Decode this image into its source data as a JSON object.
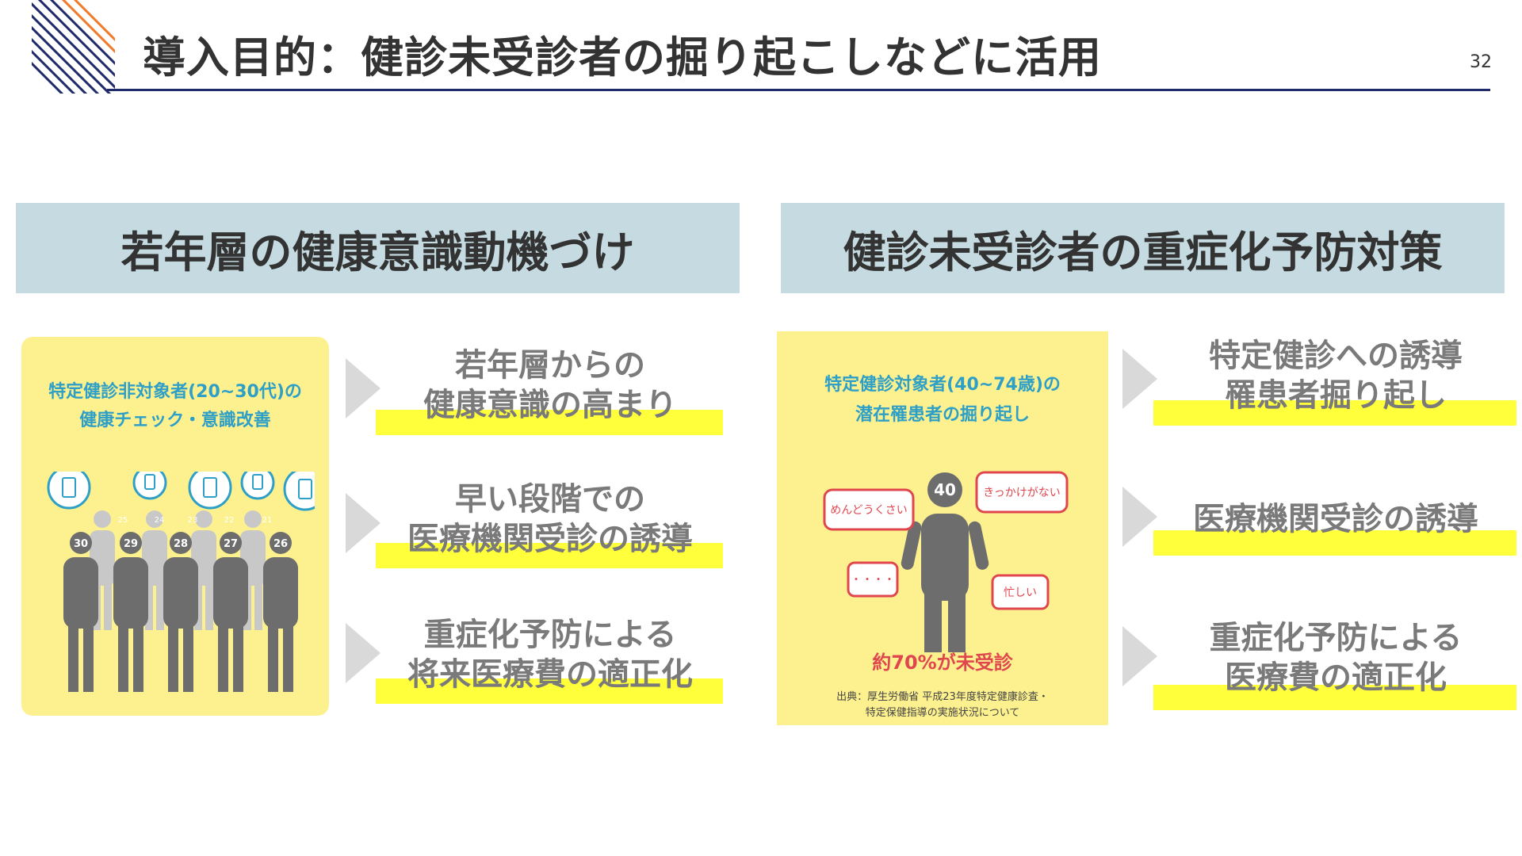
{
  "header": {
    "title": "導入目的：健診未受診者の掘り起こしなどに活用",
    "page_number": "32"
  },
  "left": {
    "heading": "若年層の健康意識動機づけ",
    "panel_title_line1": "特定健診非対象者(20~30代)の",
    "panel_title_line2": "健康チェック・意識改善",
    "front_ages": [
      "30",
      "29",
      "28",
      "27",
      "26"
    ],
    "back_ages": [
      "25",
      "24",
      "23",
      "22",
      "21"
    ],
    "bullets": [
      {
        "line1": "若年層からの",
        "line2": "健康意識の高まり"
      },
      {
        "line1": "早い段階での",
        "line2": "医療機関受診の誘導"
      },
      {
        "line1": "重症化予防による",
        "line2": "将来医療費の適正化"
      }
    ]
  },
  "right": {
    "heading": "健診未受診者の重症化予防対策",
    "panel_title_line1": "特定健診対象者(40~74歳)の",
    "panel_title_line2": "潜在罹患者の掘り起し",
    "person_age": "40",
    "bubbles": {
      "top_left": "めんどうくさい",
      "top_right": "きっかけがない",
      "bottom_left": "・・・・",
      "bottom_right": "忙しい"
    },
    "stat": "約70%が未受診",
    "source_line1": "出典：厚生労働省 平成23年度特定健康診査・",
    "source_line2": "特定保健指導の実施状況について",
    "bullets": [
      {
        "line1": "特定健診への誘導",
        "line2": "罹患者掘り起し"
      },
      {
        "line1": "",
        "line2": "医療機関受診の誘導"
      },
      {
        "line1": "重症化予防による",
        "line2": "医療費の適正化"
      }
    ]
  },
  "colors": {
    "header_band": "#c5dbe1",
    "panel_yellow": "#fdf18f",
    "highlight": "#ffff3c",
    "title_rule": "#1f2a6b",
    "accent_blue": "#2e9fc7",
    "accent_red": "#e0464e"
  }
}
